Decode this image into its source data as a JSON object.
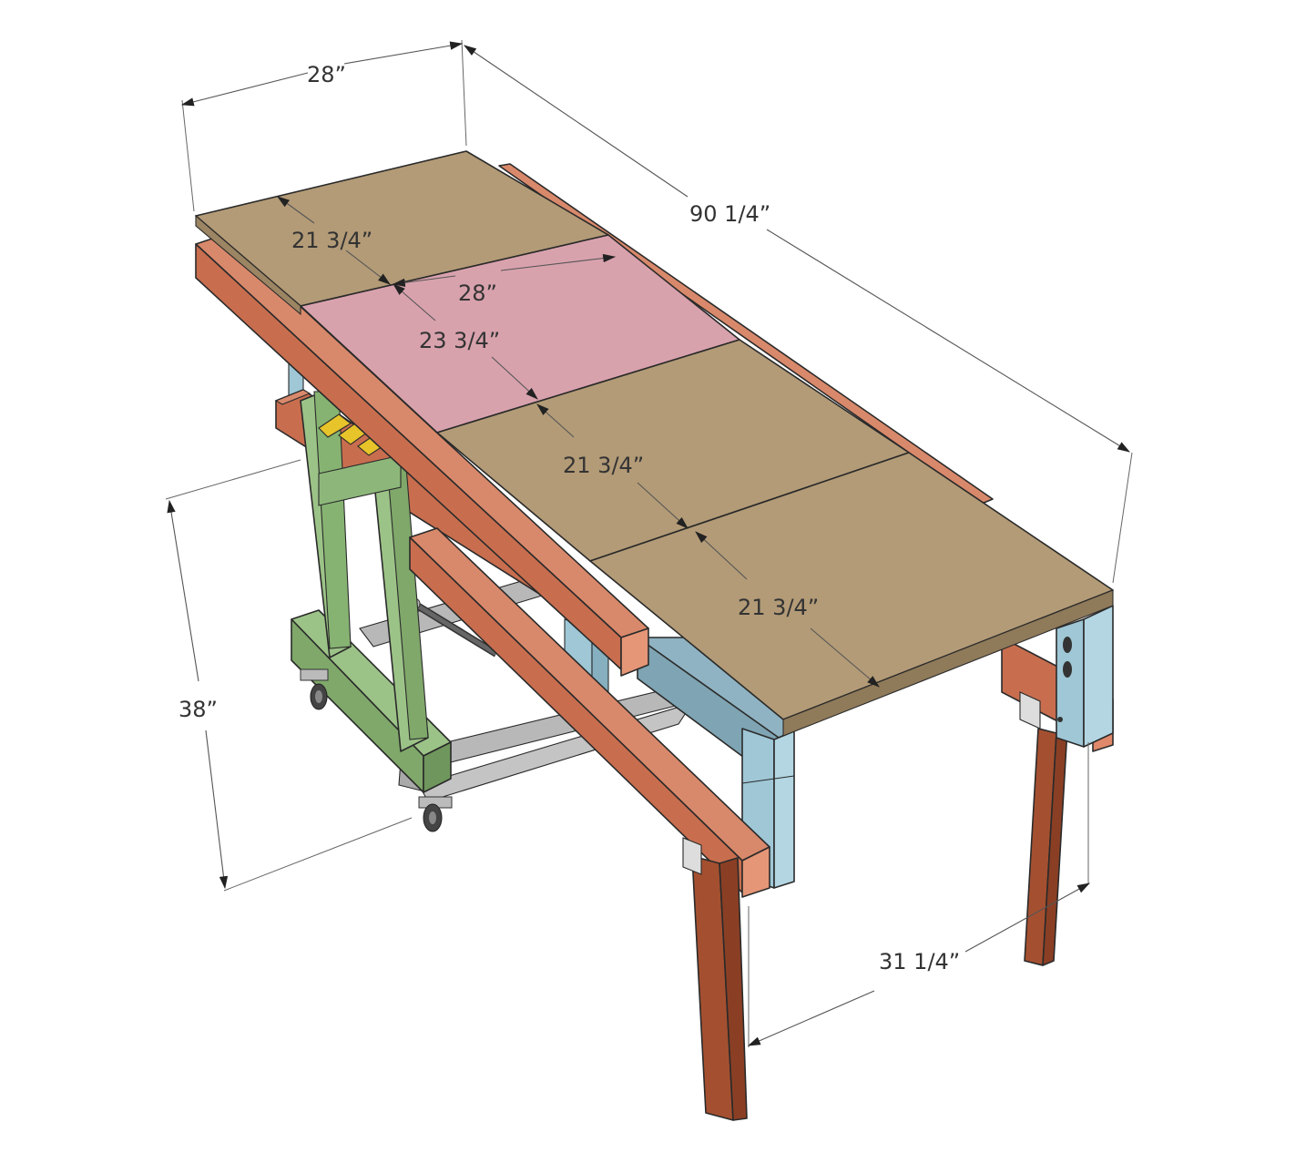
{
  "colors": {
    "plywood": "#b39b77",
    "saw_panel": "#d8a2ad",
    "rail": "#d17a5a",
    "leg_blue": "#9fc7d6",
    "stand_green": "#8fb87c",
    "fence_yellow": "#e6c42a",
    "metal": "#b4b4b4",
    "leg_brown": "#a45030"
  },
  "dimensions": {
    "top_width": "28”",
    "overall_length": "90 1/4”",
    "panel_1_width": "21 3/4”",
    "saw_panel_width": "28”",
    "saw_panel_depth": "23 3/4”",
    "panel_3_width": "21 3/4”",
    "panel_4_width": "21 3/4”",
    "height": "38”",
    "leg_spacing": "31 1/4”"
  },
  "icons": {
    "arrowhead": "dimension-arrow-icon",
    "caster": "caster-wheel-icon"
  }
}
